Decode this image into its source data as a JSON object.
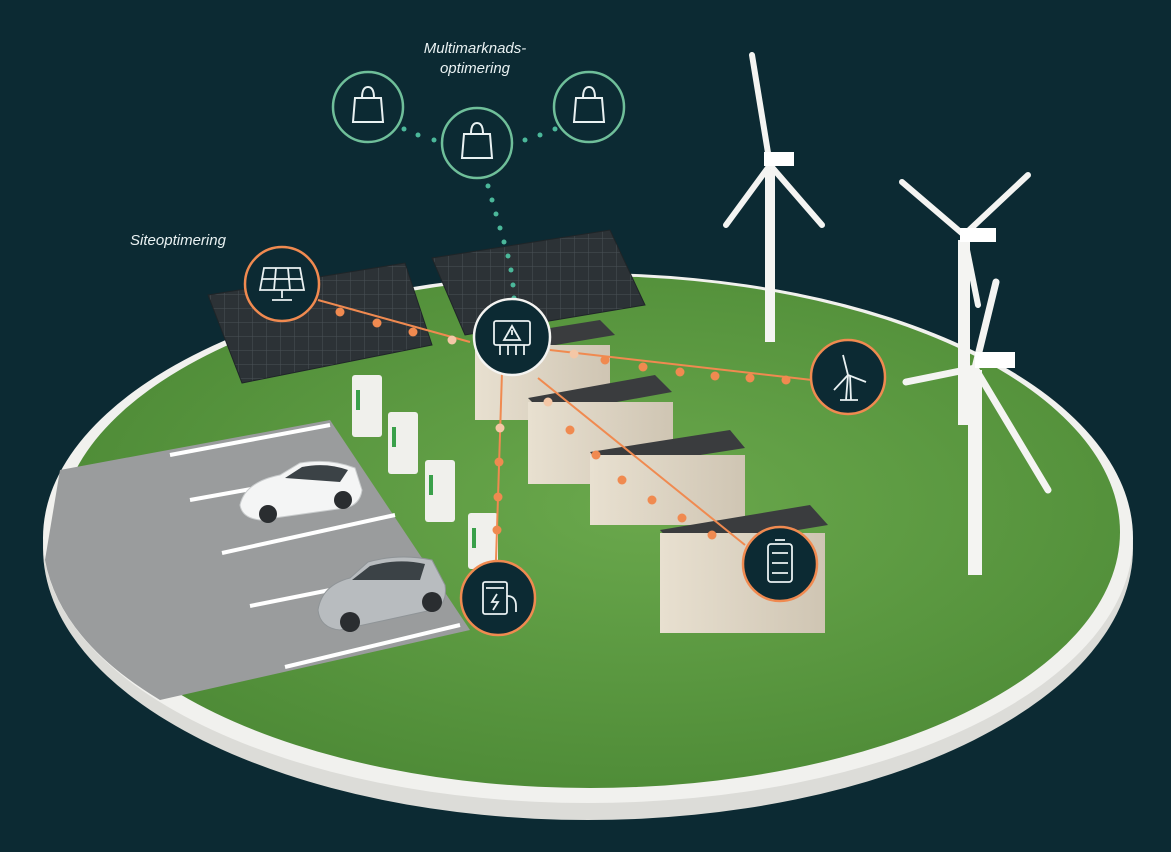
{
  "labels": {
    "multimarket_line1": "Multimarknads-",
    "multimarket_line2": "optimering",
    "site": "Siteoptimering"
  },
  "icons": {
    "market_nodes": [
      "shopping-bag-icon",
      "shopping-bag-icon",
      "shopping-bag-icon"
    ],
    "solar": "solar-panel-icon",
    "controller": "site-controller-icon",
    "wind": "wind-turbine-icon",
    "battery": "battery-icon",
    "charger": "ev-charger-icon"
  },
  "colors": {
    "background": "#0c2a33",
    "grass": "#5e9a44",
    "platform_edge": "#f1f1ee",
    "market_node_ring": "#6fbf9a",
    "energy_link": "#f08a50",
    "data_dots": "#4bb89a"
  }
}
